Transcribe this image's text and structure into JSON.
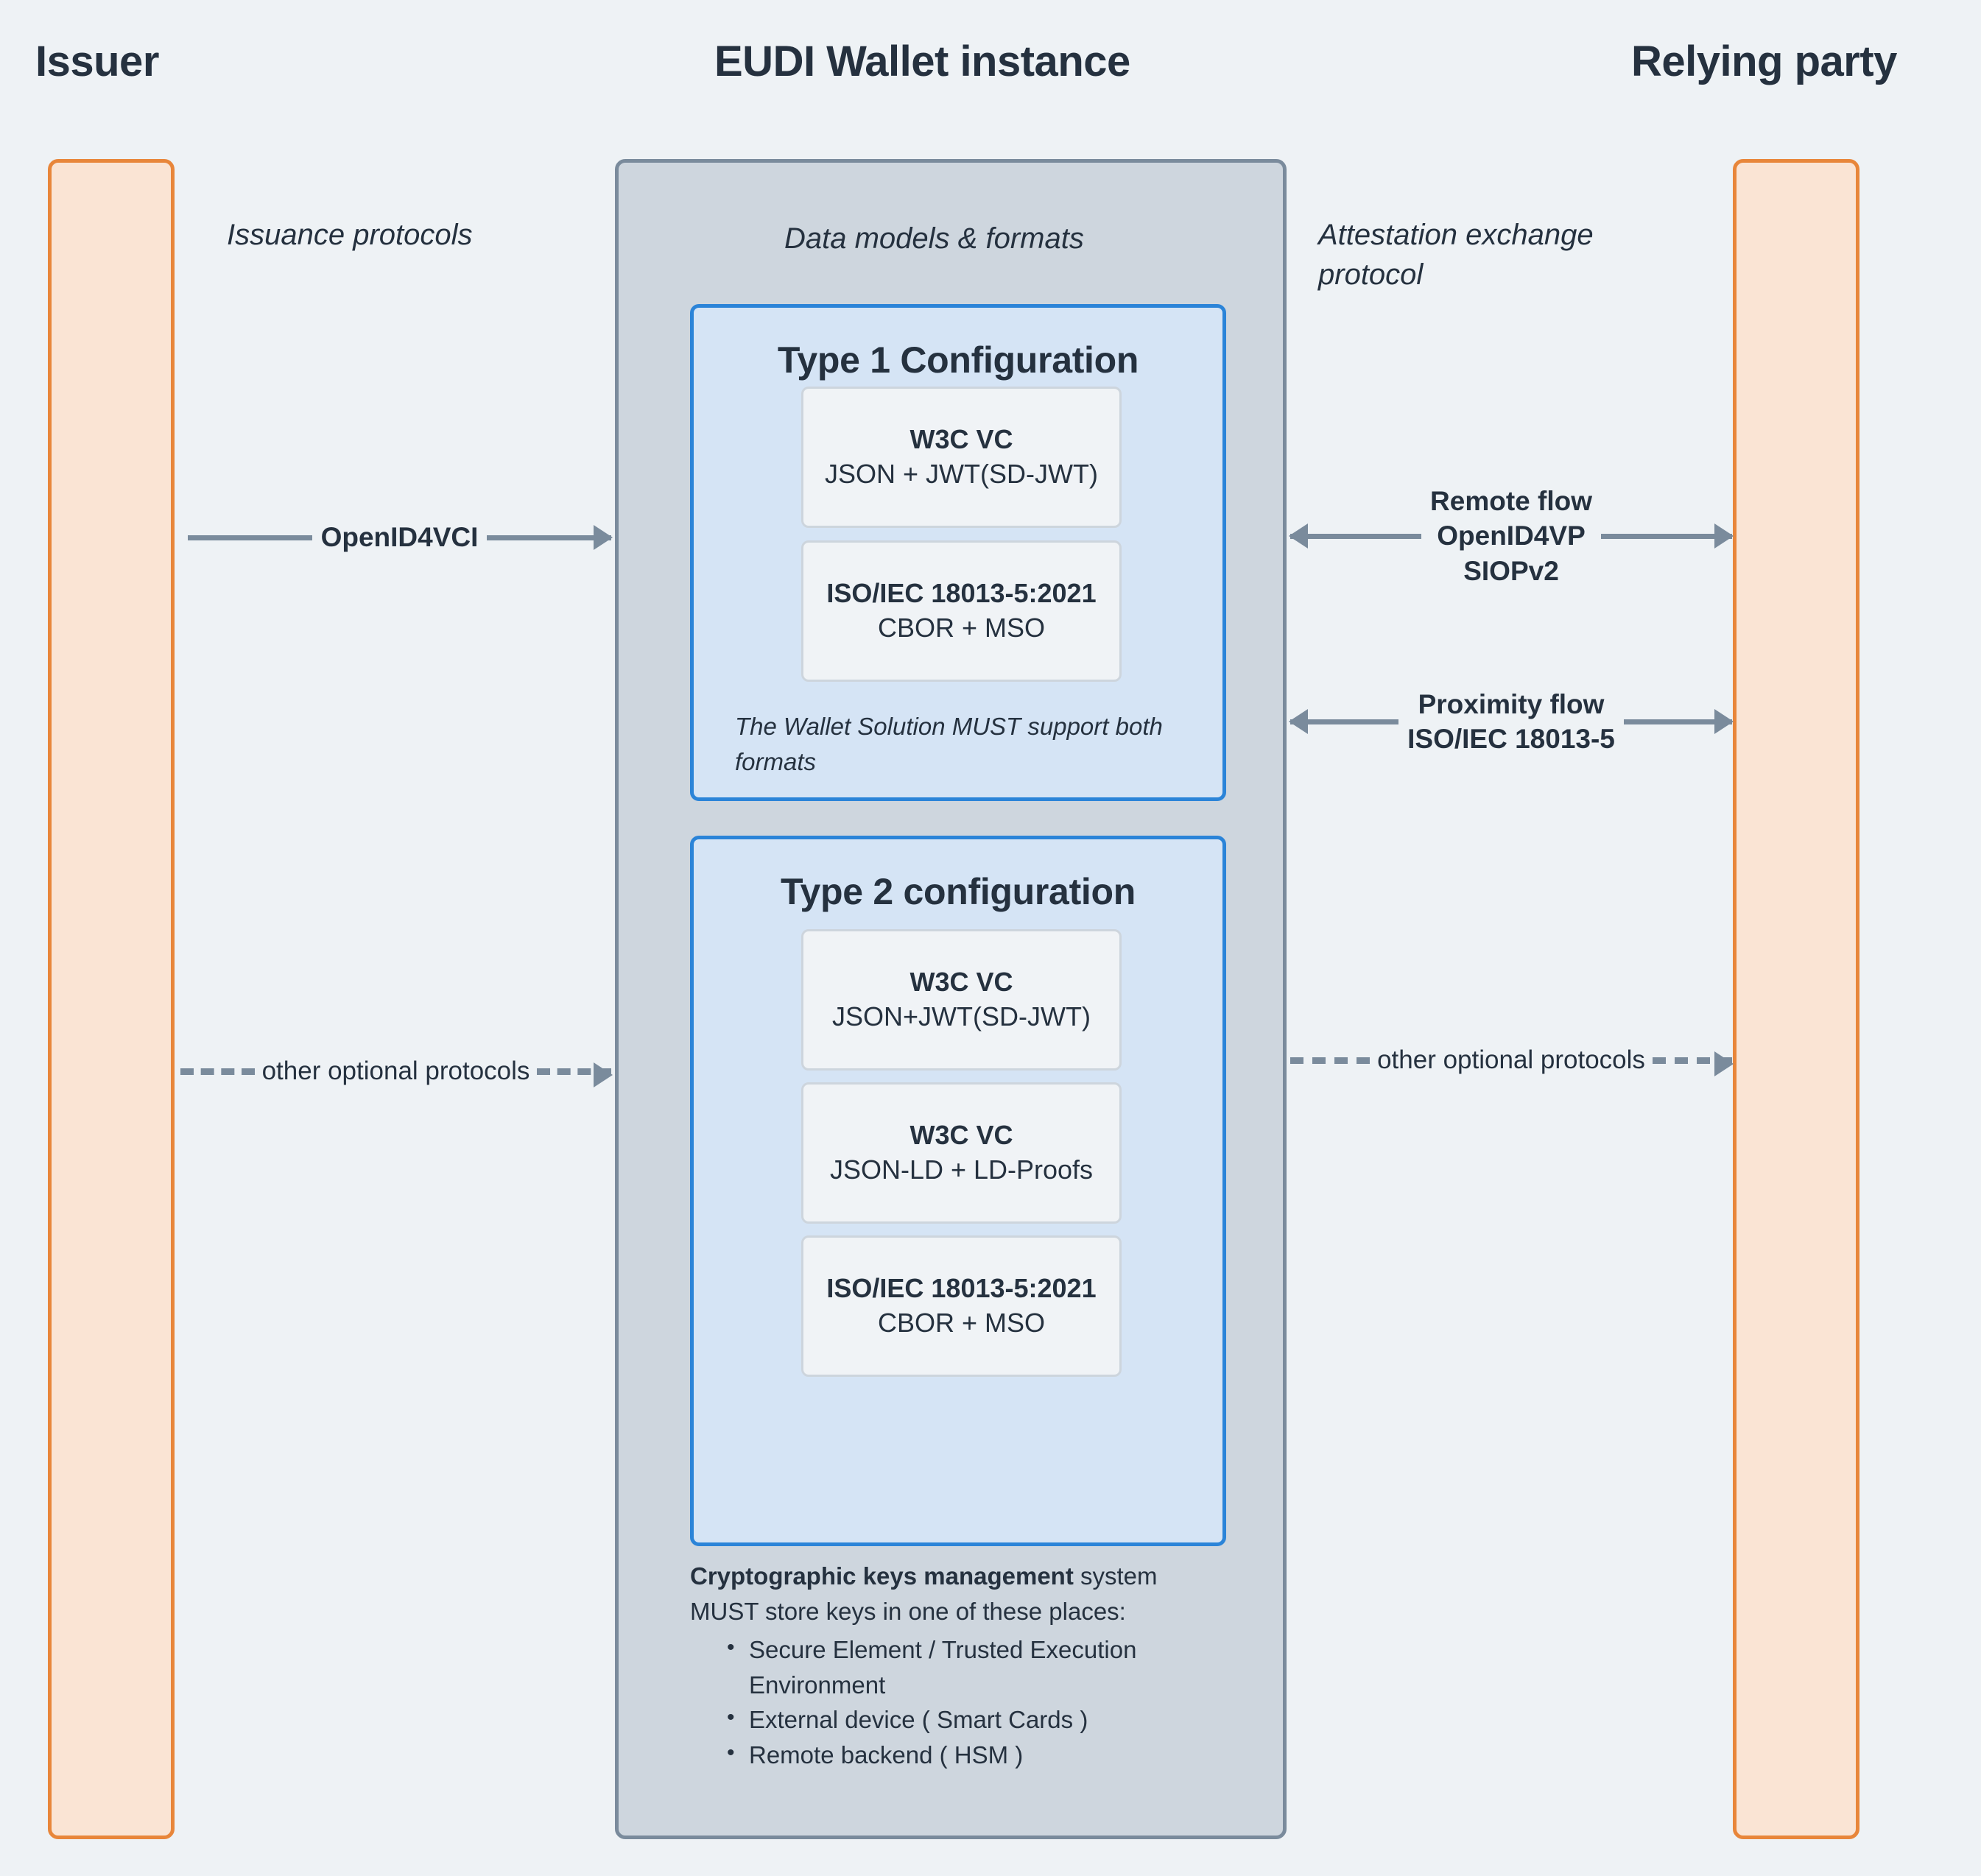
{
  "titles": {
    "issuer": "Issuer",
    "wallet": "EUDI Wallet instance",
    "relying_party": "Relying party"
  },
  "captions": {
    "issuance_protocols": "Issuance protocols",
    "data_models_formats": "Data models & formats",
    "attestation_exchange": "Attestation exchange protocol"
  },
  "colors": {
    "background": "#eef2f5",
    "actor_fill": "#fae4d4",
    "actor_border": "#e8863a",
    "wallet_fill": "#ced6de",
    "wallet_border": "#7a8b9c",
    "config_fill": "#d5e4f5",
    "config_border": "#2b84d8",
    "format_fill": "#f0f3f6",
    "format_border": "#cdd5dd",
    "arrow": "#7a8b9c",
    "text": "#25313f"
  },
  "configurations": [
    {
      "title": "Type 1 Configuration",
      "formats": [
        {
          "name": "W3C VC",
          "detail": "JSON + JWT(SD-JWT)"
        },
        {
          "name": "ISO/IEC 18013-5:2021",
          "detail": "CBOR + MSO"
        }
      ],
      "note": "The Wallet Solution MUST support both formats"
    },
    {
      "title": "Type 2 configuration",
      "formats": [
        {
          "name": "W3C VC",
          "detail": "JSON+JWT(SD-JWT)"
        },
        {
          "name": "W3C VC",
          "detail": "JSON-LD + LD-Proofs"
        },
        {
          "name": "ISO/IEC 18013-5:2021",
          "detail": "CBOR + MSO"
        }
      ]
    }
  ],
  "keys_management": {
    "bold_lead": "Cryptographic keys management",
    "rest": " system MUST store keys in one of these places:",
    "items": [
      "Secure Element / Trusted Execution Environment",
      "External device ( Smart Cards )",
      "Remote backend ( HSM )"
    ]
  },
  "connectors": {
    "openid4vci": {
      "label": "OpenID4VCI",
      "style": "solid",
      "direction": "right"
    },
    "optional_left": {
      "label": "other optional protocols",
      "style": "dashed",
      "direction": "right"
    },
    "remote_flow": {
      "label": "Remote flow\nOpenID4VP\nSIOPv2",
      "style": "solid",
      "direction": "both"
    },
    "proximity_flow": {
      "label": "Proximity flow\nISO/IEC 18013-5",
      "style": "solid",
      "direction": "both"
    },
    "optional_right": {
      "label": "other optional protocols",
      "style": "dashed",
      "direction": "right"
    }
  }
}
